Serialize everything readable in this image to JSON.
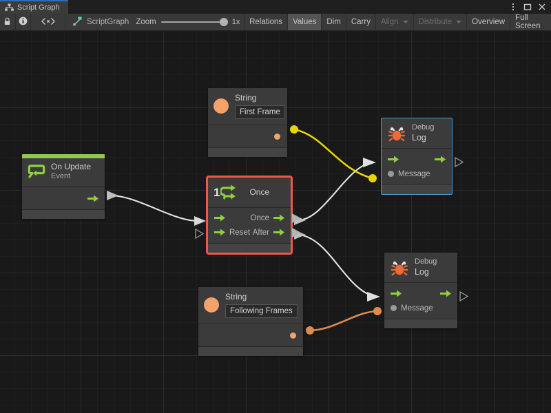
{
  "window": {
    "tab": {
      "label": "Script Graph",
      "icon": "graph-hierarchy-icon"
    },
    "controls": {
      "menu": {
        "icon": "kebab-menu-icon",
        "glyph": "⋮"
      },
      "maximize": {
        "icon": "maximize-icon",
        "glyph": "▢"
      },
      "close": {
        "icon": "close-icon",
        "glyph": "✕"
      }
    }
  },
  "toolbar": {
    "lock": {
      "icon": "lock-icon",
      "label": ""
    },
    "info": {
      "icon": "info-icon",
      "label": ""
    },
    "code": {
      "icon": "code-brackets-icon",
      "label": "<x>"
    },
    "graph": {
      "icon": "script-graph-icon",
      "label": "ScriptGraph"
    },
    "zoom": {
      "label": "Zoom",
      "value": "1x",
      "slider_percent": 100
    },
    "buttons": [
      {
        "label": "Relations",
        "active": false,
        "disabled": false,
        "caret": false
      },
      {
        "label": "Values",
        "active": true,
        "disabled": false,
        "caret": false
      },
      {
        "label": "Dim",
        "active": false,
        "disabled": false,
        "caret": false
      },
      {
        "label": "Carry",
        "active": false,
        "disabled": false,
        "caret": false
      },
      {
        "label": "Align",
        "active": false,
        "disabled": true,
        "caret": true
      },
      {
        "label": "Distribute",
        "active": false,
        "disabled": true,
        "caret": true
      },
      {
        "label": "Overview",
        "active": false,
        "disabled": false,
        "caret": false
      },
      {
        "label": "Full Screen",
        "active": false,
        "disabled": false,
        "caret": false
      }
    ]
  },
  "colors": {
    "accent_blue": "#2c6fb5",
    "selection_red": "#f0564a",
    "selection_blue": "#4a9ecf",
    "event_green": "#8ecb4a",
    "flow_arrow_green": "#8fd13a",
    "string_orange": "#f4a26a",
    "wire_yellow": "#e8d400",
    "wire_orange": "#e08a4e",
    "wire_white": "#e6e6e6",
    "bug_orange": "#f06a38",
    "node_bg": "#3b3b3b",
    "canvas_bg": "#191919"
  },
  "graph": {
    "nodes": [
      {
        "id": "string-first-frame",
        "kind": "string-literal",
        "title": "String",
        "subtitle": "",
        "value": "First Frame",
        "selected": false,
        "selection_color": ""
      },
      {
        "id": "on-update",
        "kind": "event",
        "title": "On Update",
        "subtitle": "Event",
        "value": "",
        "selected": false,
        "selection_color": ""
      },
      {
        "id": "once",
        "kind": "control",
        "title": "Once",
        "subtitle": "",
        "value": "",
        "selected": true,
        "selection_color": "#f0564a",
        "badge": "1",
        "ports_in": [
          "",
          "Reset"
        ],
        "ports_out": [
          "Once",
          "After"
        ]
      },
      {
        "id": "debug-log-top",
        "kind": "debug",
        "title": "Debug",
        "subtitle": "Log",
        "value": "",
        "selected": true,
        "selection_color": "#4a9ecf",
        "input_label": "Message"
      },
      {
        "id": "debug-log-bottom",
        "kind": "debug",
        "title": "Debug",
        "subtitle": "Log",
        "value": "",
        "selected": false,
        "selection_color": "",
        "input_label": "Message"
      },
      {
        "id": "string-following-frames",
        "kind": "string-literal",
        "title": "String",
        "subtitle": "",
        "value": "Following Frames",
        "selected": false,
        "selection_color": ""
      }
    ],
    "connections": [
      {
        "from": "on-update",
        "to": "once",
        "type": "flow",
        "color": "#e6e6e6"
      },
      {
        "from": "once.Once",
        "to": "debug-log-top",
        "type": "flow",
        "color": "#e6e6e6"
      },
      {
        "from": "once.After",
        "to": "debug-log-bottom",
        "type": "flow",
        "color": "#e6e6e6"
      },
      {
        "from": "string-first-frame",
        "to": "debug-log-top.Message",
        "type": "value",
        "color": "#e8d400"
      },
      {
        "from": "string-following-frames",
        "to": "debug-log-bottom.Message",
        "type": "value",
        "color": "#e08a4e"
      }
    ]
  }
}
